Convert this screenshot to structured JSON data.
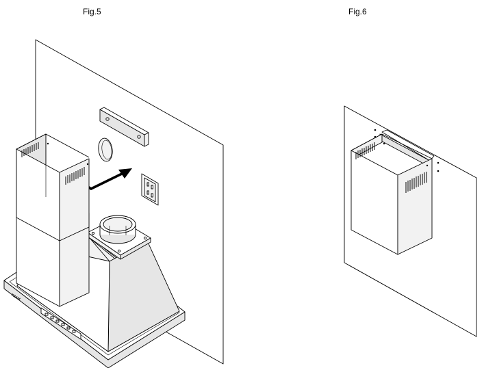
{
  "figures": [
    {
      "label": "Fig.5"
    },
    {
      "label": "Fig.6"
    }
  ],
  "hood": {
    "logo": "TRAM"
  },
  "colors": {
    "line": "#000000",
    "background": "#ffffff",
    "shade": "#e6e6e6"
  }
}
